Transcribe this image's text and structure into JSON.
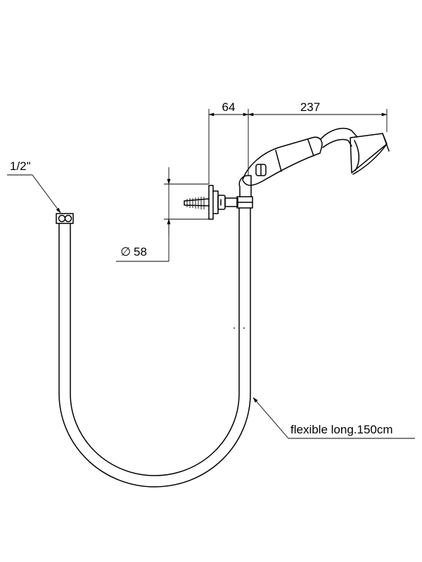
{
  "dimensions": {
    "bracket_offset": "64",
    "shower_length": "237",
    "diameter_symbol": "∅",
    "diameter_value": "58",
    "connection_size": "1/2\"",
    "hose_length": "flexible long.150cm"
  }
}
